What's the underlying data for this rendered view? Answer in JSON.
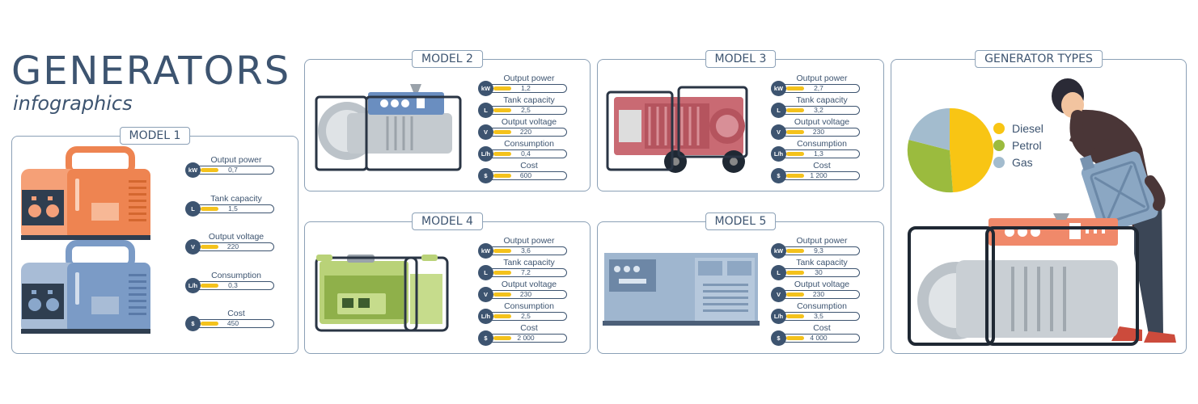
{
  "header": {
    "title": "GENERATORS",
    "subtitle": "infographics"
  },
  "colors": {
    "accent_text": "#3d5470",
    "panel_border": "#8ba0b6",
    "bar_fill": "#f4c21c",
    "diesel": "#f8c514",
    "petrol": "#9bbb3e",
    "gas": "#a3bcce"
  },
  "models": [
    {
      "name": "MODEL 1",
      "stats": [
        {
          "label": "Output power",
          "unit": "kW",
          "value": "0,7"
        },
        {
          "label": "Tank capacity",
          "unit": "L",
          "value": "1,5"
        },
        {
          "label": "Output voltage",
          "unit": "V",
          "value": "220"
        },
        {
          "label": "Consumption",
          "unit": "L/h",
          "value": "0,3"
        },
        {
          "label": "Cost",
          "unit": "$",
          "value": "450"
        }
      ]
    },
    {
      "name": "MODEL 2",
      "stats": [
        {
          "label": "Output power",
          "unit": "kW",
          "value": "1,2"
        },
        {
          "label": "Tank capacity",
          "unit": "L",
          "value": "2,5"
        },
        {
          "label": "Output voltage",
          "unit": "V",
          "value": "220"
        },
        {
          "label": "Consumption",
          "unit": "L/h",
          "value": "0,4"
        },
        {
          "label": "Cost",
          "unit": "$",
          "value": "600"
        }
      ]
    },
    {
      "name": "MODEL 3",
      "stats": [
        {
          "label": "Output power",
          "unit": "kW",
          "value": "2,7"
        },
        {
          "label": "Tank capacity",
          "unit": "L",
          "value": "3,2"
        },
        {
          "label": "Output voltage",
          "unit": "V",
          "value": "230"
        },
        {
          "label": "Consumption",
          "unit": "L/h",
          "value": "1,3"
        },
        {
          "label": "Cost",
          "unit": "$",
          "value": "1 200"
        }
      ]
    },
    {
      "name": "MODEL 4",
      "stats": [
        {
          "label": "Output power",
          "unit": "kW",
          "value": "3,6"
        },
        {
          "label": "Tank capacity",
          "unit": "L",
          "value": "7,2"
        },
        {
          "label": "Output voltage",
          "unit": "V",
          "value": "230"
        },
        {
          "label": "Consumption",
          "unit": "L/h",
          "value": "2,5"
        },
        {
          "label": "Cost",
          "unit": "$",
          "value": "2 000"
        }
      ]
    },
    {
      "name": "MODEL 5",
      "stats": [
        {
          "label": "Output power",
          "unit": "kW",
          "value": "9,3"
        },
        {
          "label": "Tank capacity",
          "unit": "L",
          "value": "30"
        },
        {
          "label": "Output voltage",
          "unit": "V",
          "value": "230"
        },
        {
          "label": "Consumption",
          "unit": "L/h",
          "value": "3,5"
        },
        {
          "label": "Cost",
          "unit": "$",
          "value": "4 000"
        }
      ]
    }
  ],
  "types_panel": {
    "title": "GENERATOR TYPES",
    "legend": [
      {
        "label": "Diesel",
        "color": "#f8c514"
      },
      {
        "label": "Petrol",
        "color": "#9bbb3e"
      },
      {
        "label": "Gas",
        "color": "#a3bcce"
      }
    ]
  }
}
